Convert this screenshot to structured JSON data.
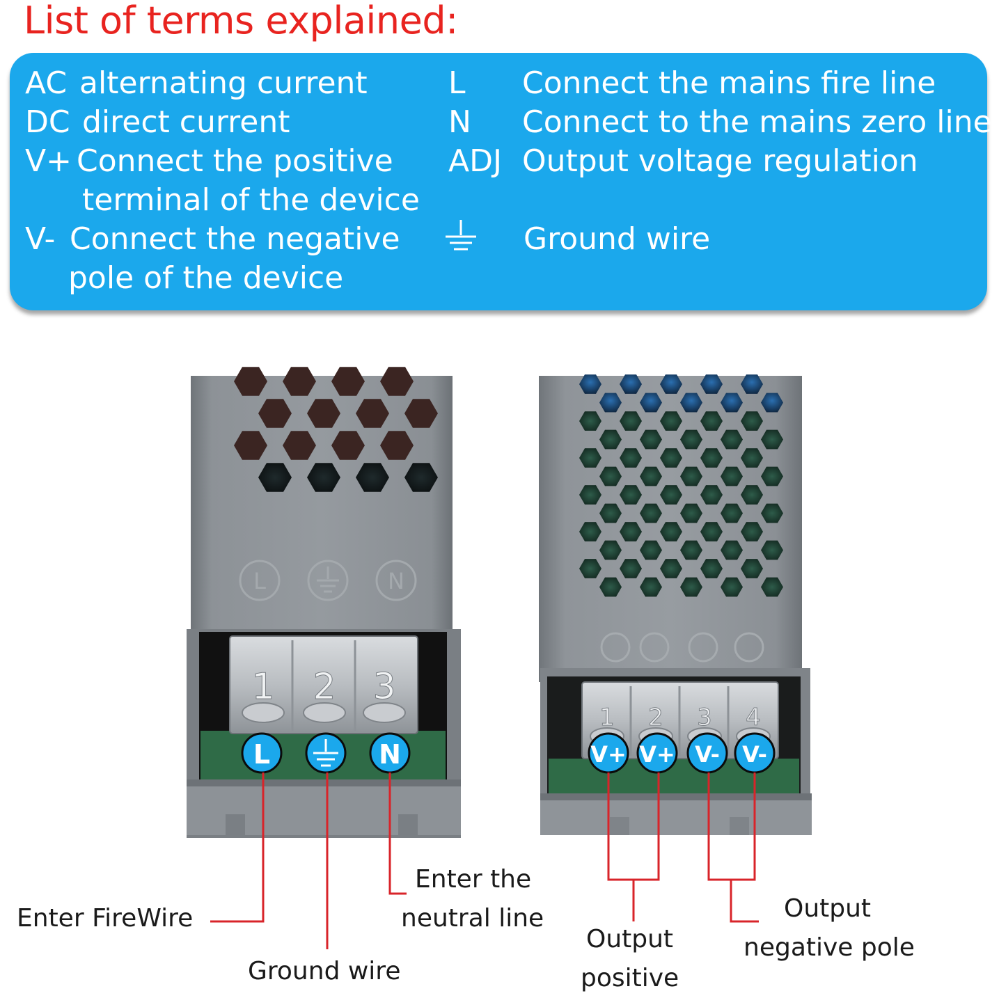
{
  "title": "List of terms explained:",
  "terms": {
    "left": [
      {
        "abbr": "AC",
        "desc": [
          "alternating current"
        ]
      },
      {
        "abbr": "DC",
        "desc": [
          "direct current"
        ]
      },
      {
        "abbr": "V+",
        "desc": [
          "Connect the positive",
          "terminal of the device"
        ]
      },
      {
        "abbr": "V-",
        "desc": [
          "Connect the negative",
          "pole of the device"
        ]
      }
    ],
    "right": [
      {
        "abbr": "L",
        "desc": "Connect the mains fire line"
      },
      {
        "abbr": "N",
        "desc": "Connect to the mains zero line"
      },
      {
        "abbr": "ADJ",
        "desc": "Output voltage regulation"
      },
      {
        "abbr": "ground-symbol-icon",
        "desc": "Ground wire"
      }
    ]
  },
  "input_unit": {
    "pins": [
      "L",
      "ground-symbol-icon",
      "N"
    ],
    "terminal_numbers": [
      "1",
      "2",
      "3"
    ],
    "case_markings": [
      "L",
      "ground-symbol-icon",
      "N"
    ]
  },
  "output_unit": {
    "pins": [
      "V+",
      "V+",
      "V-",
      "V-"
    ],
    "terminal_numbers": [
      "1",
      "2",
      "3",
      "4"
    ]
  },
  "callouts": {
    "fire": "Enter FireWire",
    "ground": "Ground wire",
    "neutral": [
      "Enter the",
      "neutral line"
    ],
    "positive": [
      "Output",
      "positive"
    ],
    "negative": [
      "Output",
      "negative pole"
    ]
  },
  "colors": {
    "title": "#e8231f",
    "panel": "#1ba8ec",
    "pin_badge": "#1ba8ec",
    "leader": "#d8242a",
    "case": "#8a8f94"
  }
}
